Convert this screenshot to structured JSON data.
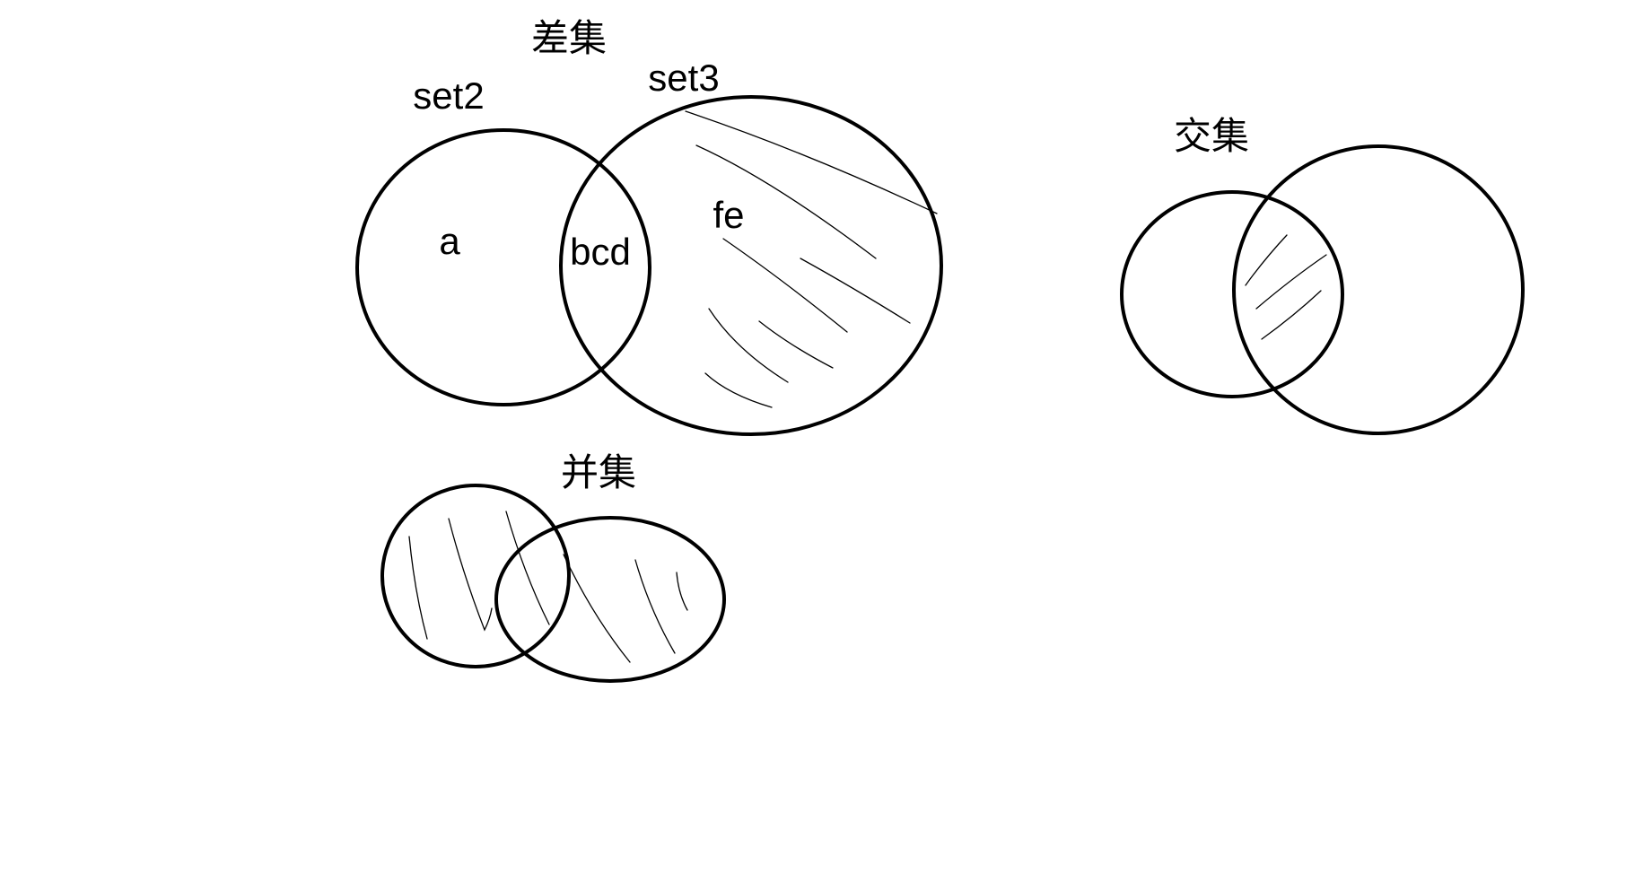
{
  "difference": {
    "title": "差集",
    "left_set_label": "set2",
    "right_set_label": "set3",
    "left_only": "a",
    "overlap": "bcd",
    "right_only": "fe"
  },
  "intersection": {
    "title": "交集"
  },
  "union": {
    "title": "并集"
  },
  "colors": {
    "stroke": "#000000",
    "background": "#ffffff"
  }
}
